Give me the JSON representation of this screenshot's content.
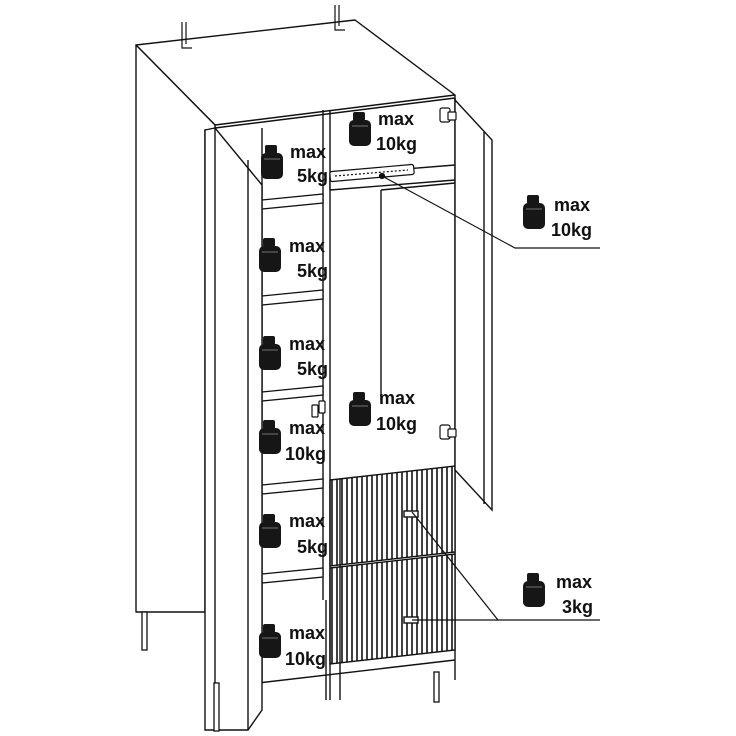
{
  "labels": {
    "max": "max",
    "shelf_upper_left": "5kg",
    "shelf_2_left": "5kg",
    "shelf_3_left": "5kg",
    "shelf_4_left": "10kg",
    "shelf_5_left": "5kg",
    "bottom_left": "10kg",
    "top_shelf_right": "10kg",
    "rail_callout": "10kg",
    "right_middle": "10kg",
    "drawers_callout": "3kg"
  },
  "colors": {
    "line": "#111111",
    "weight_fill": "#161616",
    "background": "#ffffff"
  },
  "icons": {
    "weight": "weight-icon",
    "hinge": "hinge-icon",
    "hanging_rail": "hanging-rail-icon"
  }
}
